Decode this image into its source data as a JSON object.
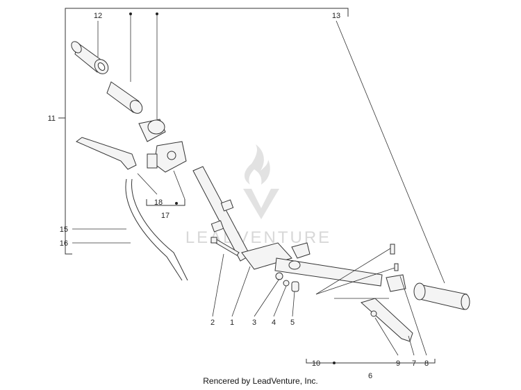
{
  "callouts": {
    "c1": "1",
    "c2": "2",
    "c3": "3",
    "c4": "4",
    "c5": "5",
    "c6": "6",
    "c7": "7",
    "c8": "8",
    "c9": "9",
    "c10": "10",
    "c11": "11",
    "c12": "12",
    "c13": "13",
    "c15": "15",
    "c16": "16",
    "c17": "17",
    "c18": "18"
  },
  "watermark": "LEADVENTURE",
  "footer": "Rencered by LeadVenture, Inc.",
  "colors": {
    "line": "#333333",
    "part_fill": "#f4f4f4",
    "watermark": "#d8d8d8"
  }
}
